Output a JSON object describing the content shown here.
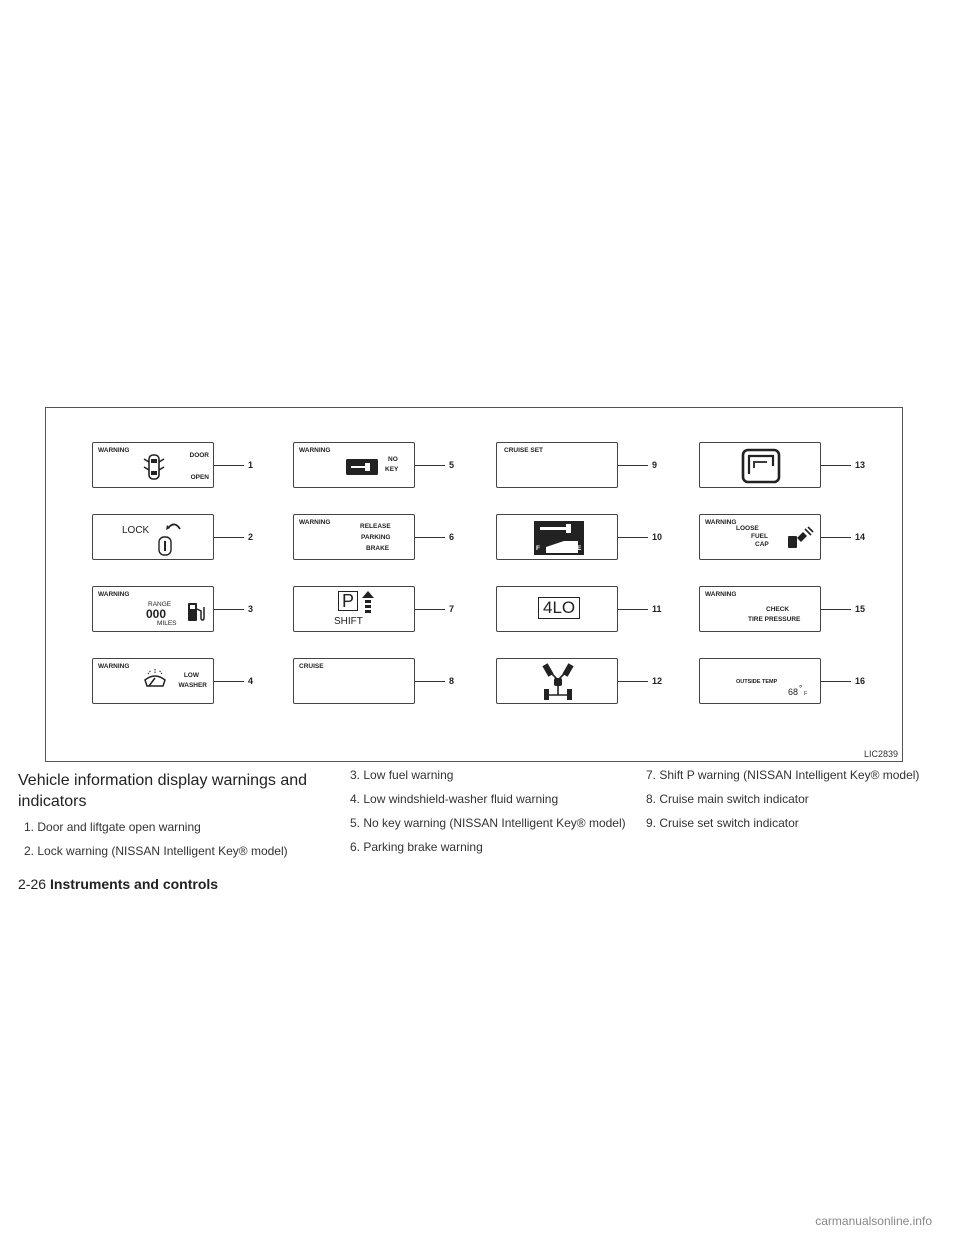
{
  "figure": {
    "code": "LIC2839",
    "displays": [
      {
        "num": "1",
        "warning": "WARNING",
        "text": [
          "DOOR",
          "OPEN"
        ]
      },
      {
        "num": "2",
        "text": [
          "LOCK"
        ]
      },
      {
        "num": "3",
        "warning": "WARNING",
        "text": [
          "RANGE",
          "000",
          "MILES"
        ]
      },
      {
        "num": "4",
        "warning": "WARNING",
        "text": [
          "LOW",
          "WASHER"
        ]
      },
      {
        "num": "5",
        "warning": "WARNING",
        "text": [
          "NO",
          "KEY"
        ]
      },
      {
        "num": "6",
        "warning": "WARNING",
        "text": [
          "RELEASE",
          "PARKING",
          "BRAKE"
        ]
      },
      {
        "num": "7",
        "text": [
          "P",
          "SHIFT"
        ]
      },
      {
        "num": "8",
        "text": [
          "CRUISE"
        ]
      },
      {
        "num": "9",
        "text": [
          "CRUISE SET"
        ]
      },
      {
        "num": "10",
        "text": [
          "F",
          "E"
        ]
      },
      {
        "num": "11",
        "text": [
          "4LO"
        ]
      },
      {
        "num": "12",
        "text": []
      },
      {
        "num": "13",
        "text": []
      },
      {
        "num": "14",
        "warning": "WARNING",
        "text": [
          "LOOSE",
          "FUEL",
          "CAP"
        ]
      },
      {
        "num": "15",
        "warning": "WARNING",
        "text": [
          "CHECK",
          "TIRE PRESSURE"
        ]
      },
      {
        "num": "16",
        "text": [
          "OUTSIDE TEMP",
          "68",
          "°",
          "F"
        ]
      }
    ]
  },
  "heading": "Vehicle information display warnings and indicators",
  "items": [
    {
      "num": "1.",
      "text": "Door and liftgate open warning"
    },
    {
      "num": "2.",
      "text": "Lock warning (NISSAN Intelligent Key® model)"
    },
    {
      "num": "3.",
      "text": "Low fuel warning"
    },
    {
      "num": "4.",
      "text": "Low windshield-washer fluid warning"
    },
    {
      "num": "5.",
      "text": "No key warning (NISSAN Intelligent Key® model)"
    },
    {
      "num": "6.",
      "text": "Parking brake warning"
    },
    {
      "num": "7.",
      "text": "Shift P warning (NISSAN Intelligent Key® model)"
    },
    {
      "num": "8.",
      "text": "Cruise main switch indicator"
    },
    {
      "num": "9.",
      "text": "Cruise set switch indicator"
    }
  ],
  "footer": {
    "page": "2-26",
    "section": "Instruments and controls"
  },
  "watermark": "carmanualsonline.info"
}
